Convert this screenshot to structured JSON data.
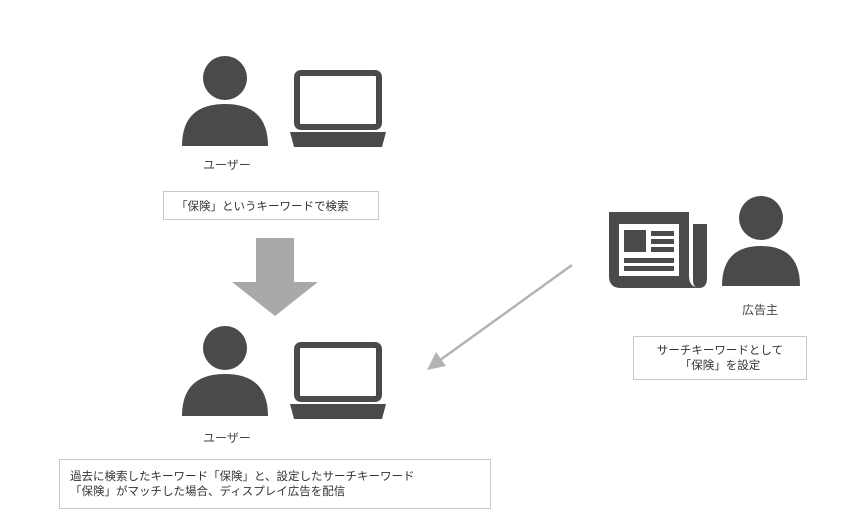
{
  "user_top": {
    "label": "ユーザー",
    "person_icon": "person-icon",
    "device_icon": "laptop-icon"
  },
  "search_note": {
    "text": "「保険」というキーワードで検索"
  },
  "flow_arrow": {
    "icon": "down-arrow-icon"
  },
  "user_bottom": {
    "label": "ユーザー",
    "person_icon": "person-icon",
    "device_icon": "laptop-icon"
  },
  "result_note": {
    "line1": "過去に検索したキーワード「保険」と、設定したサーチキーワード",
    "line2": "「保険」がマッチした場合、ディスプレイ広告を配信"
  },
  "advertiser": {
    "label": "広告主",
    "ad_icon": "newspaper-icon",
    "person_icon": "person-icon"
  },
  "advertiser_note": {
    "line1": "サーチキーワードとして",
    "line2": "「保険」を設定"
  },
  "colors": {
    "icon_dark": "#4a4a4a",
    "arrow_gray": "#a9a9a9",
    "line_gray": "#b3b3b3",
    "box_border": "#c8c8c8"
  }
}
